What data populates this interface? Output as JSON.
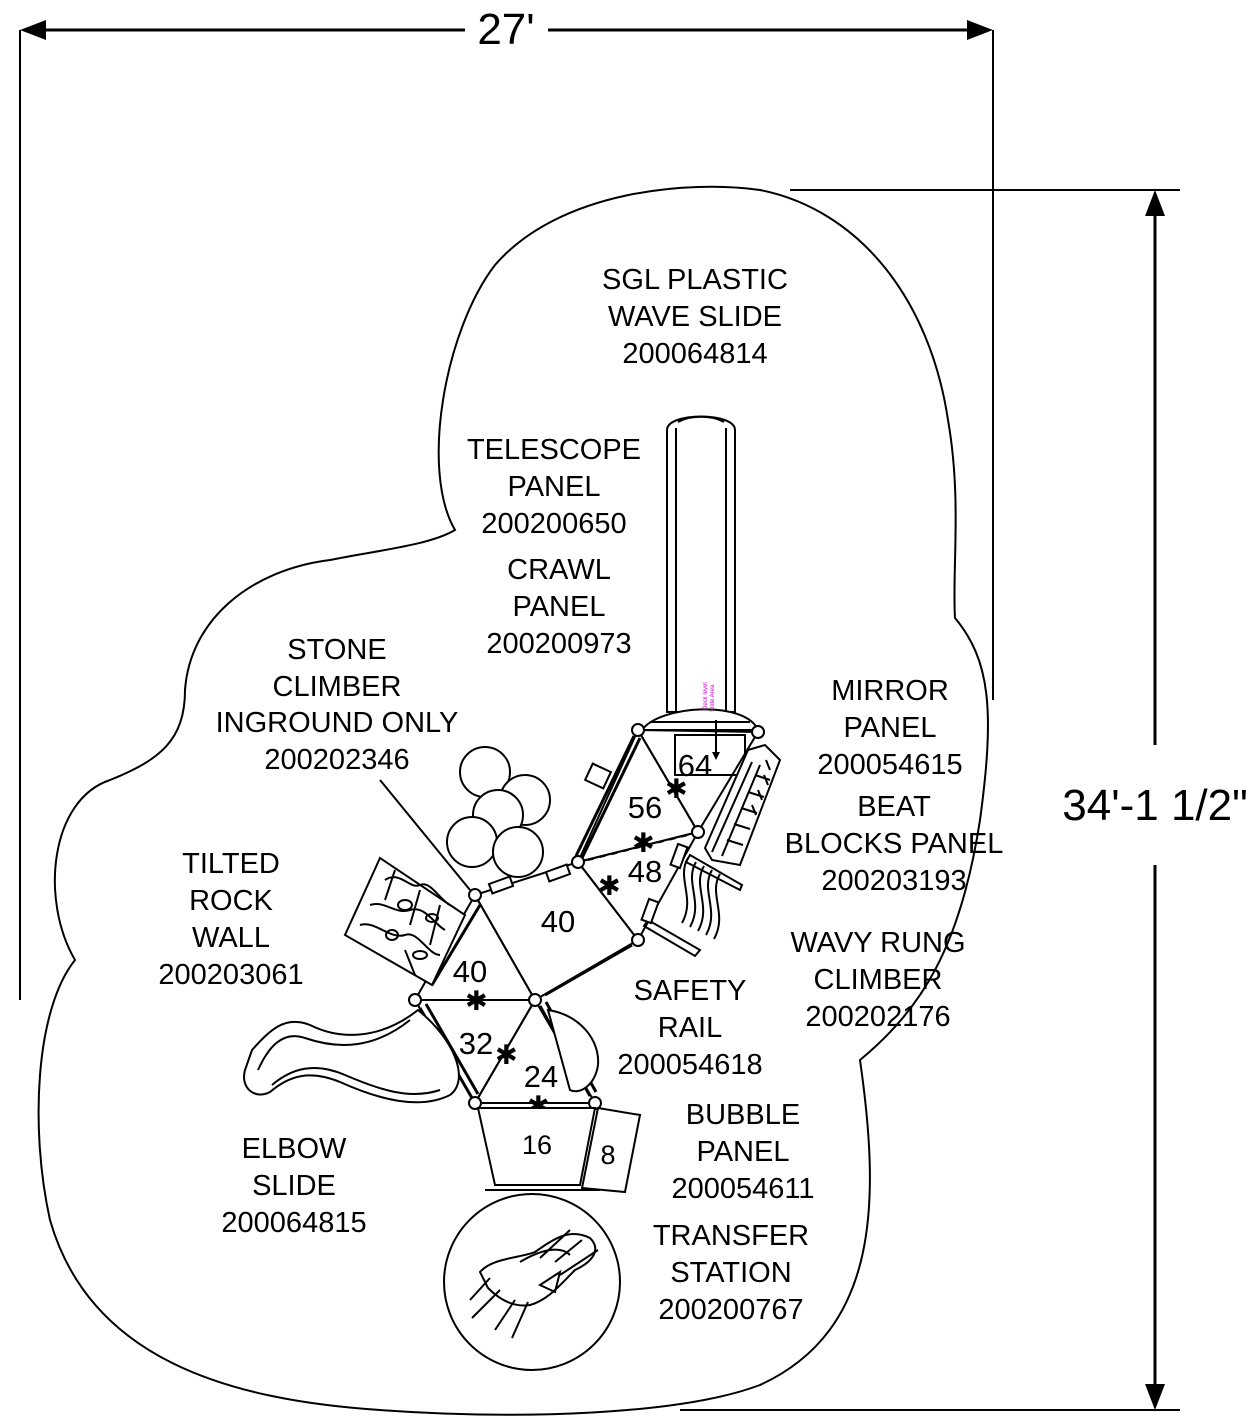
{
  "dimensions": {
    "width": "27'",
    "height": "34'-1 1/2\""
  },
  "components": [
    {
      "id": "wave-slide",
      "lines": [
        "SGL PLASTIC",
        "WAVE SLIDE",
        "200064814"
      ]
    },
    {
      "id": "telescope-panel",
      "lines": [
        "TELESCOPE",
        "PANEL",
        "200200650"
      ]
    },
    {
      "id": "crawl-panel",
      "lines": [
        "CRAWL",
        "PANEL",
        "200200973"
      ]
    },
    {
      "id": "stone-climber",
      "lines": [
        "STONE",
        "CLIMBER",
        "INGROUND ONLY",
        "200202346"
      ]
    },
    {
      "id": "mirror-panel",
      "lines": [
        "MIRROR",
        "PANEL",
        "200054615"
      ]
    },
    {
      "id": "beat-blocks-panel",
      "lines": [
        "BEAT",
        "BLOCKS PANEL",
        "200203193"
      ]
    },
    {
      "id": "tilted-rock-wall",
      "lines": [
        "TILTED",
        "ROCK",
        "WALL",
        "200203061"
      ]
    },
    {
      "id": "wavy-rung-climber",
      "lines": [
        "WAVY RUNG",
        "CLIMBER",
        "200202176"
      ]
    },
    {
      "id": "safety-rail",
      "lines": [
        "SAFETY",
        "RAIL",
        "200054618"
      ]
    },
    {
      "id": "bubble-panel",
      "lines": [
        "BUBBLE",
        "PANEL",
        "200054611"
      ]
    },
    {
      "id": "elbow-slide",
      "lines": [
        "ELBOW",
        "SLIDE",
        "200064815"
      ]
    },
    {
      "id": "transfer-station",
      "lines": [
        "TRANSFER",
        "STATION",
        "200200767"
      ]
    }
  ],
  "deck_heights": {
    "d64": "64",
    "d56": "56",
    "d48": "48",
    "d40a": "40",
    "d40b": "40",
    "d32": "32",
    "d24": "24",
    "d16": "16",
    "d8": "8"
  },
  "slide_note": [
    "Deck level",
    "Slide Area"
  ]
}
